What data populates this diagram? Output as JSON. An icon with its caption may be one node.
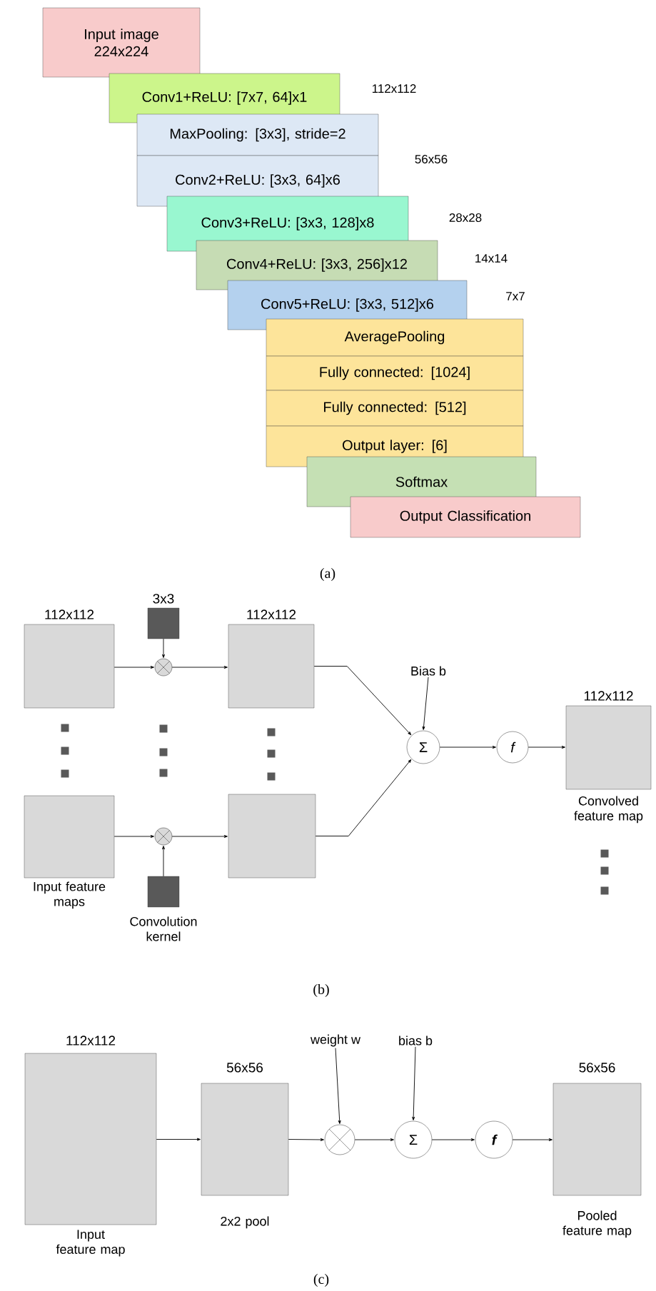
{
  "diagram": {
    "nodes": [
      {
        "text": [
          "Input image 224x224"
        ]
      },
      {
        "text": [
          "Conv1+ReLU: [7x7, 64]x1"
        ]
      },
      {
        "text": [
          "MaxPooling: [3x3], stride=2"
        ]
      },
      {
        "text": [
          "Conv2+ReLU: [3x3, 64]x6"
        ]
      },
      {
        "text": [
          "Conv3+ReLU: [3x3, 128]x8"
        ]
      },
      {
        "text": [
          "Conv4+ReLU: [3x3, 256]x12"
        ]
      },
      {
        "text": [
          "Conv5+ReLU: [3x3, 512]x6"
        ]
      },
      {
        "text": [
          "AveragePooling"
        ]
      },
      {
        "text": [
          "Fully connected: [1024]"
        ]
      },
      {
        "text": [
          "Fully connected: [512]"
        ]
      },
      {
        "text": [
          "Output layer: [6]"
        ]
      },
      {
        "text": [
          "Softmax"
        ]
      },
      {
        "text": [
          "Output Classification"
        ]
      },
      {
        "text": [
          "112x112"
        ]
      },
      {
        "text": [
          "3x3"
        ]
      },
      {
        "text": [],
        "shape": "circle"
      },
      {
        "text": [
          "112x112"
        ]
      },
      {
        "text": [],
        "shape": "box",
        "beside": [
          "Input feature maps"
        ]
      },
      {
        "text": [],
        "shape": "circle"
      },
      {
        "text": [],
        "shape": "box",
        "beside": [
          "Convolution kernel"
        ]
      },
      {
        "text": [],
        "shape": "box"
      },
      {
        "text": [
          "Σ"
        ]
      },
      {
        "text": [
          "f"
        ]
      },
      {
        "text": [
          "112x112"
        ],
        "beside": [
          "Convolved feature map"
        ]
      },
      {
        "text": [
          "Bias b"
        ]
      },
      {
        "text": [
          "112x112"
        ],
        "beside": [
          "Input feature map"
        ]
      },
      {
        "text": [
          "56x56"
        ],
        "beside": [
          "2x2 pool"
        ]
      },
      {
        "text": [
          "weight w"
        ]
      },
      {
        "text": [],
        "shape": "circle"
      },
      {
        "text": [
          "bias b"
        ]
      },
      {
        "text": [
          "Σ"
        ]
      },
      {
        "text": [
          "f"
        ]
      },
      {
        "text": [
          "56x56"
        ],
        "beside": [
          "Pooled feature map"
        ]
      }
    ],
    "edges": [
      {
        "from": 13,
        "to": 15,
        "arrow": "to"
      },
      {
        "from": 14,
        "to": 15,
        "arrow": "to"
      },
      {
        "from": 15,
        "to": 16,
        "arrow": "to"
      },
      {
        "from": 17,
        "to": 18,
        "arrow": "to"
      },
      {
        "from": 19,
        "to": 18,
        "arrow": "to"
      },
      {
        "from": 18,
        "to": 20,
        "arrow": "to"
      },
      {
        "from": 16,
        "to": 21,
        "arrow": "to"
      },
      {
        "from": 20,
        "to": 21,
        "arrow": "to"
      },
      {
        "from": 24,
        "to": 21,
        "arrow": "to"
      },
      {
        "from": 21,
        "to": 22,
        "arrow": "to"
      },
      {
        "from": 22,
        "to": 23,
        "arrow": "to"
      },
      {
        "from": 25,
        "to": 26,
        "arrow": "to"
      },
      {
        "from": 26,
        "to": 28,
        "arrow": "to"
      },
      {
        "from": 27,
        "to": 28,
        "arrow": "to"
      },
      {
        "from": 28,
        "to": 30,
        "arrow": "to"
      },
      {
        "from": 29,
        "to": 30,
        "arrow": "to"
      },
      {
        "from": 30,
        "to": 31,
        "arrow": "to"
      },
      {
        "from": 31,
        "to": 32,
        "arrow": "to"
      }
    ],
    "labels": [
      "112x112",
      "56x56",
      "28x28",
      "14x14",
      "7x7",
      "(a)",
      "(b)",
      "(c)"
    ]
  }
}
